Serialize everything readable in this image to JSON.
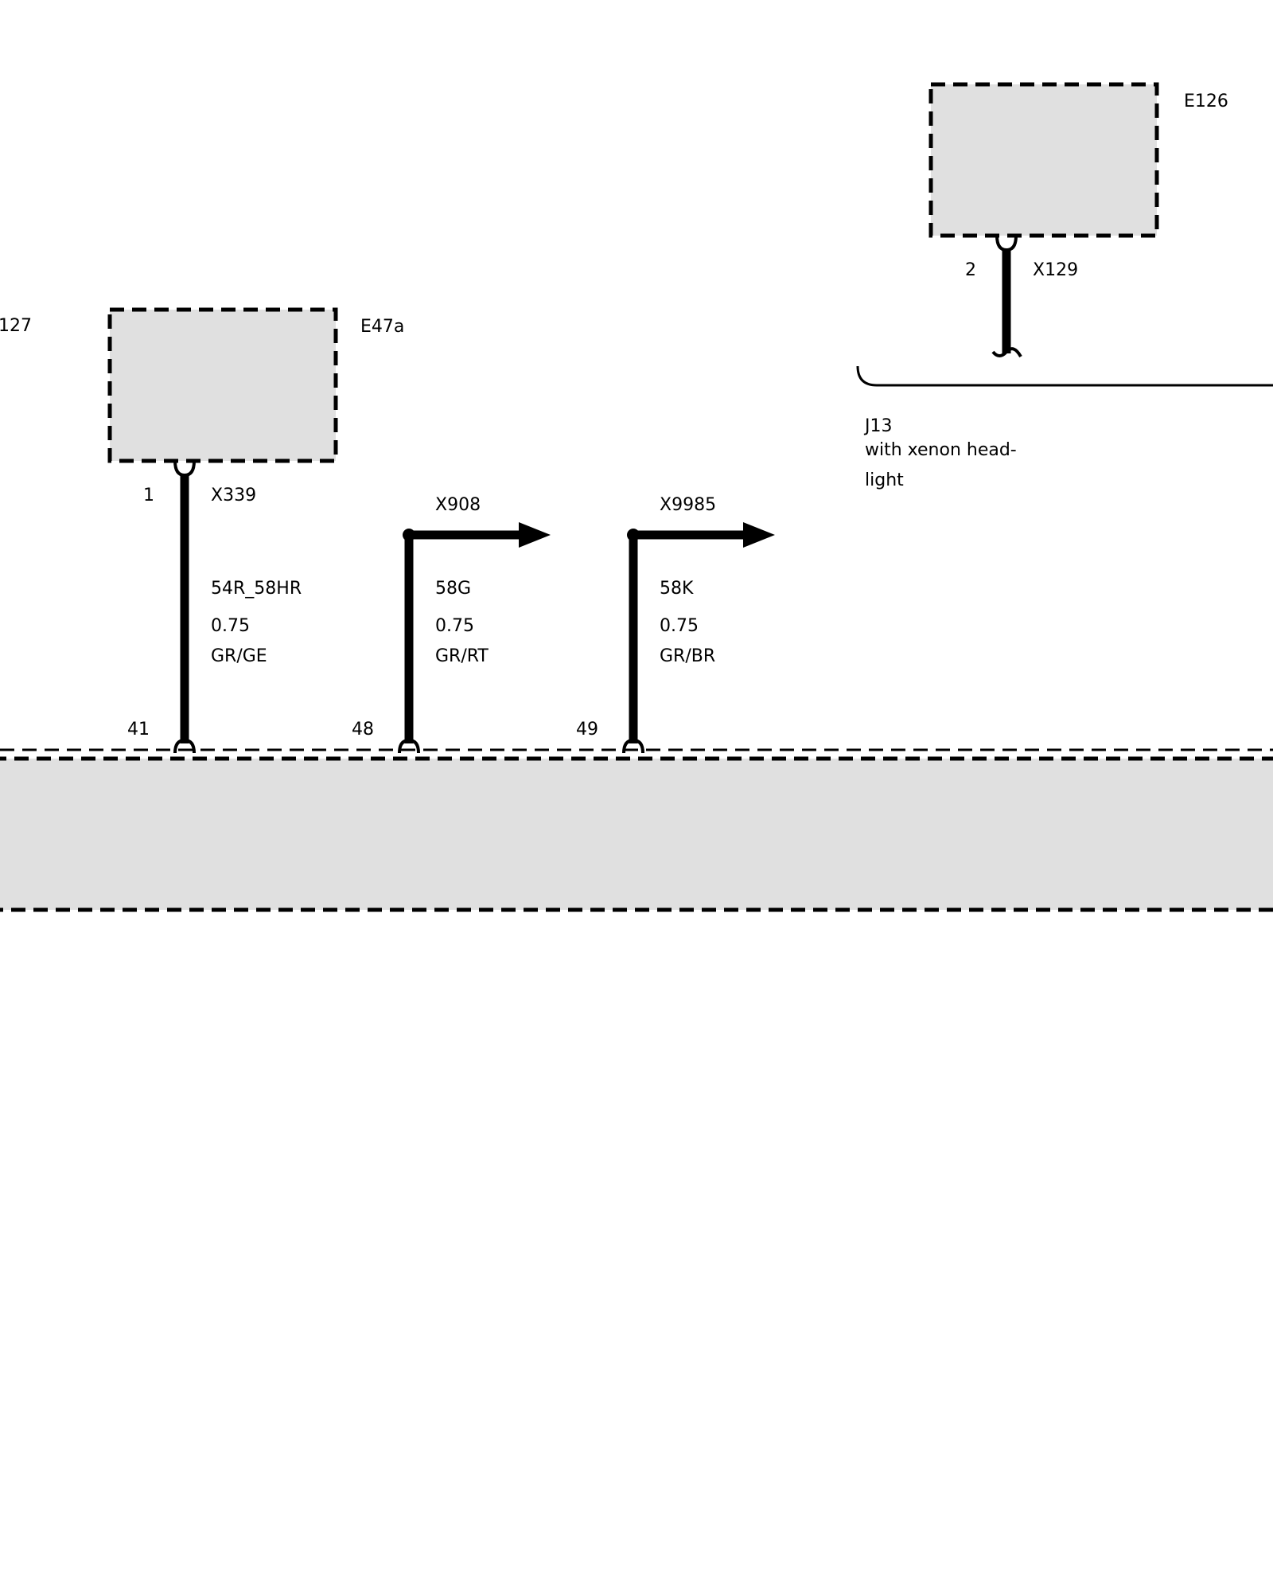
{
  "components": {
    "e126": {
      "label": "E126",
      "pin": "2",
      "connector": "X129"
    },
    "e47a": {
      "label": "E47a",
      "pin": "1",
      "connector": "X339"
    },
    "partial_left": {
      "label": "127"
    }
  },
  "condition": {
    "code": "J13",
    "line1": "with xenon head-",
    "line2": "light"
  },
  "wires": [
    {
      "pin": "41",
      "signal": "54R_58HR",
      "cross_section": "0.75",
      "color": "GR/GE"
    },
    {
      "pin": "48",
      "connector": "X908",
      "signal": "58G",
      "cross_section": "0.75",
      "color": "GR/RT"
    },
    {
      "pin": "49",
      "connector": "X9985",
      "signal": "58K",
      "cross_section": "0.75",
      "color": "GR/BR"
    }
  ],
  "style": {
    "box_fill": "#e0e0e0",
    "line_color": "#000000"
  }
}
